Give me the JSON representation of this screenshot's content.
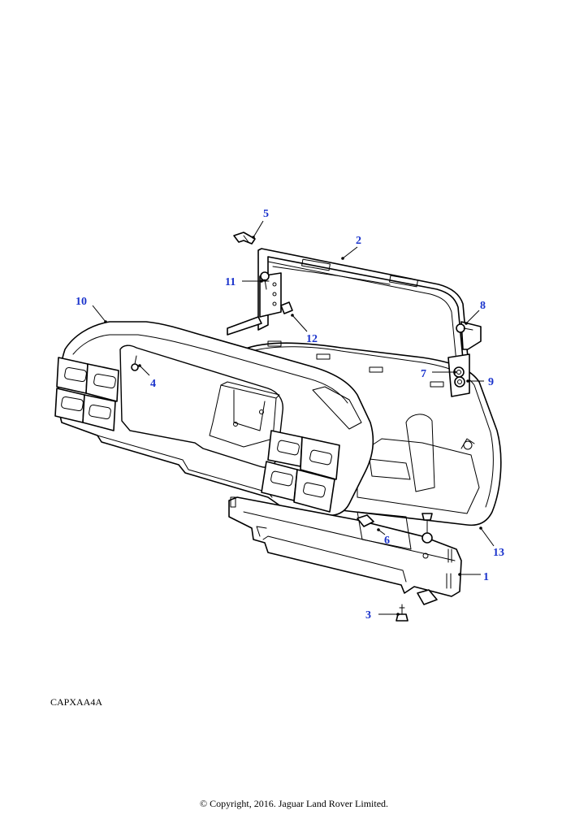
{
  "diagram": {
    "drawing_code": "CAPXAA4A",
    "copyright": "© Copyright, 2016. Jaguar Land Rover Limited.",
    "callout_color": "#1a33cc",
    "callouts": [
      {
        "id": "1",
        "label": "1"
      },
      {
        "id": "2",
        "label": "2"
      },
      {
        "id": "3",
        "label": "3"
      },
      {
        "id": "4",
        "label": "4"
      },
      {
        "id": "5",
        "label": "5"
      },
      {
        "id": "6",
        "label": "6"
      },
      {
        "id": "7",
        "label": "7"
      },
      {
        "id": "8",
        "label": "8"
      },
      {
        "id": "9",
        "label": "9"
      },
      {
        "id": "10",
        "label": "10"
      },
      {
        "id": "11",
        "label": "11"
      },
      {
        "id": "12",
        "label": "12"
      },
      {
        "id": "13",
        "label": "13"
      }
    ]
  }
}
